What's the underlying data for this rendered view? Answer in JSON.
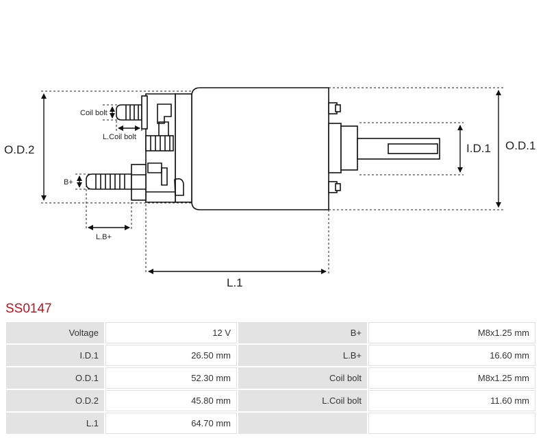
{
  "diagram": {
    "labels": {
      "od2": "O.D.2",
      "od1": "O.D.1",
      "id1": "I.D.1",
      "l1": "L.1",
      "coil_bolt": "Coil bolt",
      "l_coil_bolt": "L.Coil bolt",
      "b_plus": "B+",
      "lb_plus": "L.B+"
    }
  },
  "part_code": "SS0147",
  "specs": [
    {
      "k1": "Voltage",
      "v1": "12 V",
      "k2": "B+",
      "v2": "M8x1.25 mm"
    },
    {
      "k1": "I.D.1",
      "v1": "26.50 mm",
      "k2": "L.B+",
      "v2": "16.60 mm"
    },
    {
      "k1": "O.D.1",
      "v1": "52.30 mm",
      "k2": "Coil bolt",
      "v2": "M8x1.25 mm"
    },
    {
      "k1": "O.D.2",
      "v1": "45.80 mm",
      "k2": "L.Coil bolt",
      "v2": "11.60 mm"
    },
    {
      "k1": "L.1",
      "v1": "64.70 mm",
      "k2": "",
      "v2": ""
    }
  ]
}
